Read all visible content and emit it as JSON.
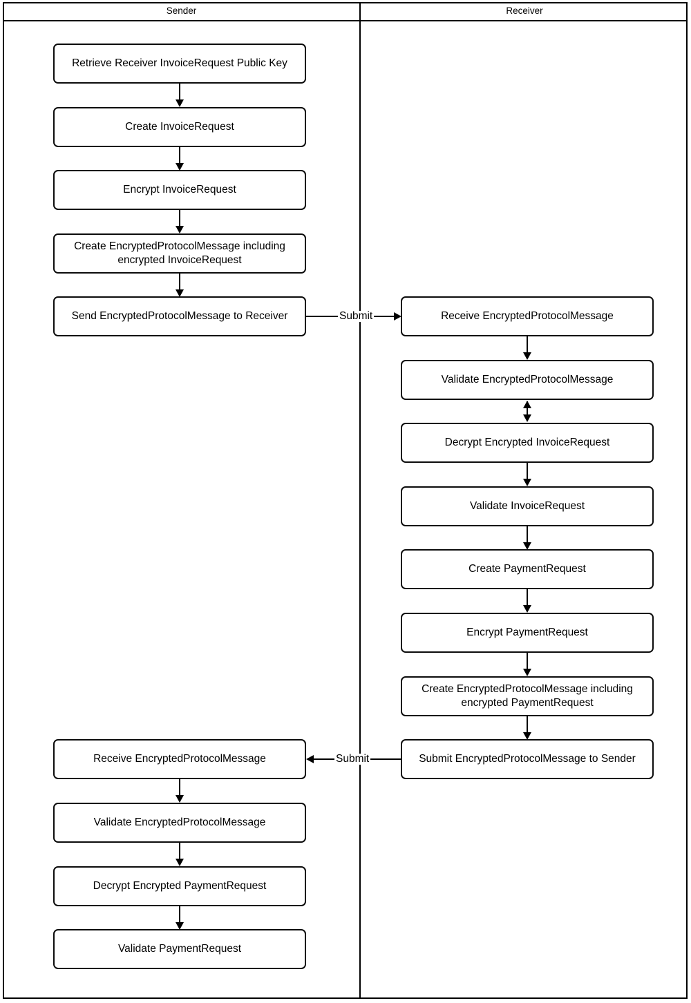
{
  "diagram": {
    "type": "swimlane-flowchart",
    "title": "",
    "lanes": [
      {
        "id": "sender",
        "label": "Sender"
      },
      {
        "id": "receiver",
        "label": "Receiver"
      }
    ],
    "nodes": [
      {
        "id": "s1",
        "lane": "sender",
        "label": "Retrieve Receiver InvoiceRequest Public Key"
      },
      {
        "id": "s2",
        "lane": "sender",
        "label": "Create InvoiceRequest"
      },
      {
        "id": "s3",
        "lane": "sender",
        "label": "Encrypt InvoiceRequest"
      },
      {
        "id": "s4",
        "lane": "sender",
        "label": "Create EncryptedProtocolMessage including encrypted InvoiceRequest"
      },
      {
        "id": "s5",
        "lane": "sender",
        "label": "Send EncryptedProtocolMessage to Receiver"
      },
      {
        "id": "r1",
        "lane": "receiver",
        "label": "Receive EncryptedProtocolMessage"
      },
      {
        "id": "r2",
        "lane": "receiver",
        "label": "Validate EncryptedProtocolMessage"
      },
      {
        "id": "r3",
        "lane": "receiver",
        "label": "Decrypt Encrypted InvoiceRequest"
      },
      {
        "id": "r4",
        "lane": "receiver",
        "label": "Validate InvoiceRequest"
      },
      {
        "id": "r5",
        "lane": "receiver",
        "label": "Create PaymentRequest"
      },
      {
        "id": "r6",
        "lane": "receiver",
        "label": "Encrypt PaymentRequest"
      },
      {
        "id": "r7",
        "lane": "receiver",
        "label": "Create EncryptedProtocolMessage including encrypted PaymentRequest"
      },
      {
        "id": "r8",
        "lane": "receiver",
        "label": "Submit EncryptedProtocolMessage to Sender"
      },
      {
        "id": "s6",
        "lane": "sender",
        "label": "Receive EncryptedProtocolMessage"
      },
      {
        "id": "s7",
        "lane": "sender",
        "label": "Validate EncryptedProtocolMessage"
      },
      {
        "id": "s8",
        "lane": "sender",
        "label": "Decrypt Encrypted PaymentRequest"
      },
      {
        "id": "s9",
        "lane": "sender",
        "label": "Validate PaymentRequest"
      }
    ],
    "edges": [
      {
        "from": "s1",
        "to": "s2",
        "label": "",
        "direction": "down"
      },
      {
        "from": "s2",
        "to": "s3",
        "label": "",
        "direction": "down"
      },
      {
        "from": "s3",
        "to": "s4",
        "label": "",
        "direction": "down"
      },
      {
        "from": "s4",
        "to": "s5",
        "label": "",
        "direction": "down"
      },
      {
        "from": "s5",
        "to": "r1",
        "label": "Submit",
        "direction": "right"
      },
      {
        "from": "r1",
        "to": "r2",
        "label": "",
        "direction": "down"
      },
      {
        "from": "r2",
        "to": "r3",
        "label": "",
        "direction": "both"
      },
      {
        "from": "r3",
        "to": "r4",
        "label": "",
        "direction": "down"
      },
      {
        "from": "r4",
        "to": "r5",
        "label": "",
        "direction": "down"
      },
      {
        "from": "r5",
        "to": "r6",
        "label": "",
        "direction": "down"
      },
      {
        "from": "r6",
        "to": "r7",
        "label": "",
        "direction": "down"
      },
      {
        "from": "r7",
        "to": "r8",
        "label": "",
        "direction": "down"
      },
      {
        "from": "r8",
        "to": "s6",
        "label": "Submit",
        "direction": "left"
      },
      {
        "from": "s6",
        "to": "s7",
        "label": "",
        "direction": "down"
      },
      {
        "from": "s7",
        "to": "s8",
        "label": "",
        "direction": "down"
      },
      {
        "from": "s8",
        "to": "s9",
        "label": "",
        "direction": "down"
      }
    ],
    "edge_labels": {
      "submit_top": "Submit",
      "submit_bottom": "Submit"
    },
    "colors": {
      "stroke": "#000000",
      "fill": "#ffffff",
      "text": "#000000"
    }
  }
}
